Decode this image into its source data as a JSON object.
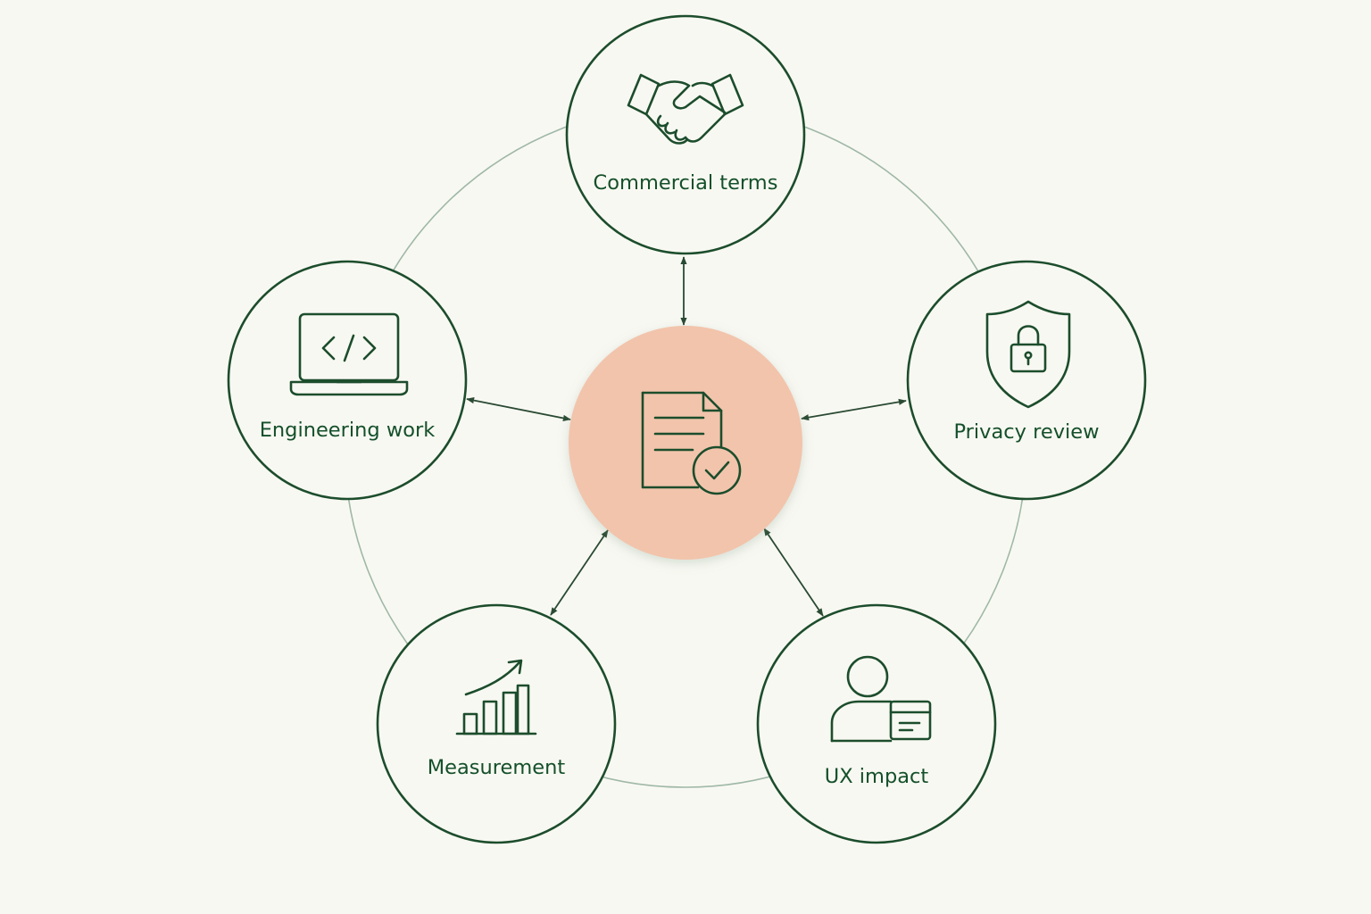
{
  "colors": {
    "background": "#f8f8f2",
    "node_stroke": "#1c4d2c",
    "node_fill": "#f8f8f2",
    "icon_stroke": "#1c4d2c",
    "label_text": "#14502a",
    "ring": "#9fb8a6",
    "hub_fill": "#f2c4ac",
    "connector": "#2a4a33"
  },
  "hub": {
    "icon": "document-check-icon"
  },
  "nodes": [
    {
      "id": "commercial",
      "label": "Commercial terms",
      "icon": "handshake-icon"
    },
    {
      "id": "privacy",
      "label": "Privacy review",
      "icon": "shield-lock-icon"
    },
    {
      "id": "ux",
      "label": "UX impact",
      "icon": "user-window-icon"
    },
    {
      "id": "measurement",
      "label": "Measurement",
      "icon": "bar-chart-growth-icon"
    },
    {
      "id": "engineering",
      "label": "Engineering work",
      "icon": "laptop-code-icon"
    }
  ],
  "connections": [
    {
      "from": "hub",
      "to": "commercial",
      "arrows": "both"
    },
    {
      "from": "hub",
      "to": "privacy",
      "arrows": "both"
    },
    {
      "from": "hub",
      "to": "ux",
      "arrows": "both"
    },
    {
      "from": "hub",
      "to": "measurement",
      "arrows": "both"
    },
    {
      "from": "hub",
      "to": "engineering",
      "arrows": "both"
    }
  ]
}
